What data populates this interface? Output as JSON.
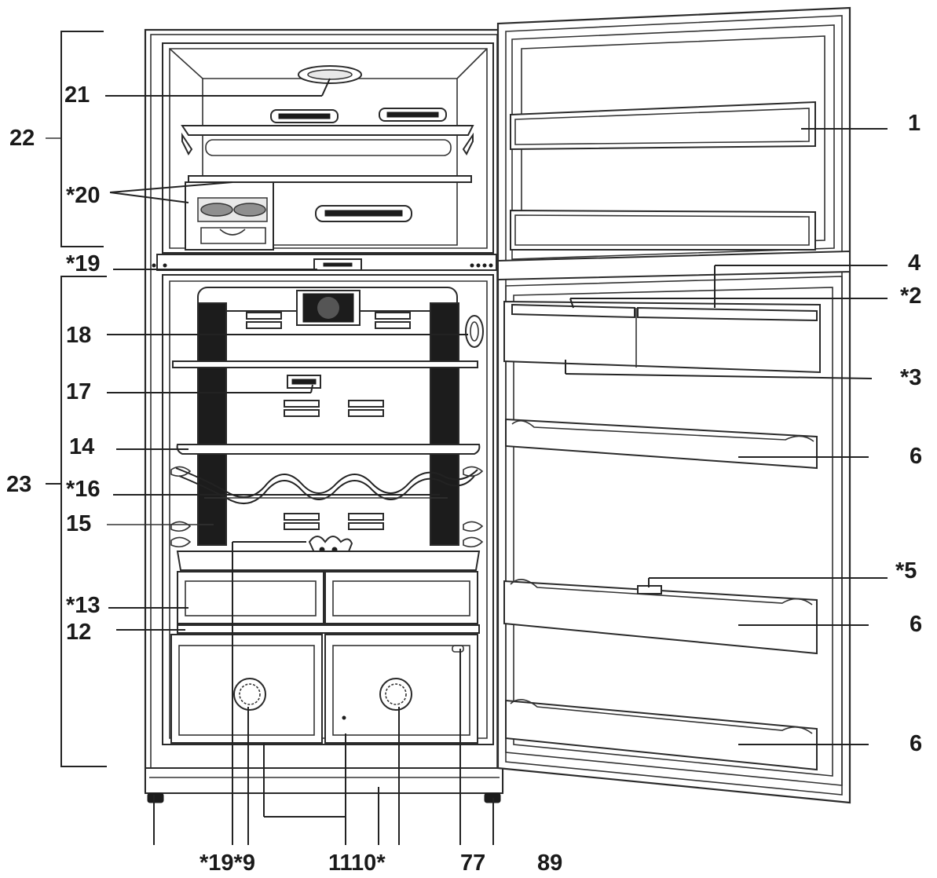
{
  "labels": {
    "l1": "1",
    "l2": "*2",
    "l3": "*3",
    "l4": "4",
    "l5": "*5",
    "l6a": "6",
    "l6b": "6",
    "l6c": "6",
    "l77": "77",
    "l89": "89",
    "l1110": "1110*",
    "l12": "12",
    "l13": "*13",
    "l14": "14",
    "l15": "15",
    "l16": "*16",
    "l17": "17",
    "l18": "18",
    "l19top": "*19",
    "l19bottom": "*19*9",
    "l20": "*20",
    "l21": "21",
    "l22": "22",
    "l23": "23"
  }
}
